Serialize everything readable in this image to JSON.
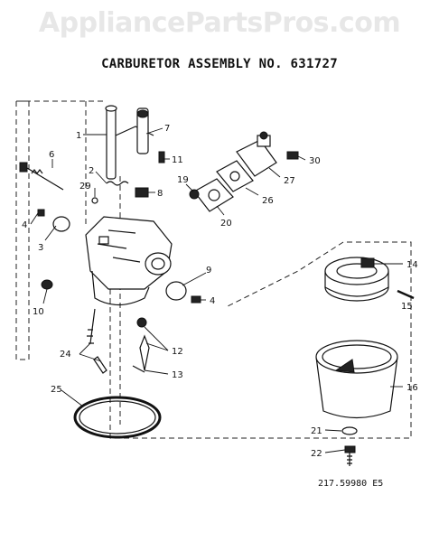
{
  "watermark": "AppliancePartsPros.com",
  "title": "CARBURETOR ASSEMBLY NO. 631727",
  "drawing_code": "217.59980 E5",
  "callouts": {
    "c1": "1",
    "c2": "2",
    "c3": "3",
    "c4a": "4",
    "c4b": "4",
    "c6": "6",
    "c7": "7",
    "c8": "8",
    "c9": "9",
    "c10": "10",
    "c11": "11",
    "c12": "12",
    "c13": "13",
    "c14": "14",
    "c15": "15",
    "c16": "16",
    "c19": "19",
    "c20": "20",
    "c21": "21",
    "c22": "22",
    "c24": "24",
    "c25": "25",
    "c26": "26",
    "c27": "27",
    "c29": "29",
    "c30": "30"
  }
}
